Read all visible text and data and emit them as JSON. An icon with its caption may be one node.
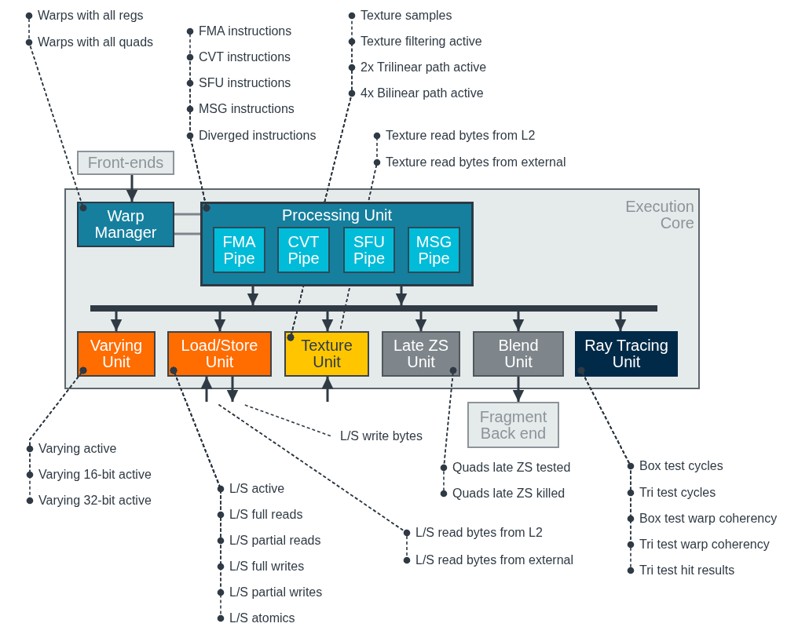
{
  "diagram": {
    "nodes": [
      {
        "text": [
          "Warps with all regs"
        ]
      },
      {
        "text": [
          "Warps with all quads"
        ]
      },
      {
        "text": [
          "FMA instructions"
        ]
      },
      {
        "text": [
          "CVT instructions"
        ]
      },
      {
        "text": [
          "SFU instructions"
        ]
      },
      {
        "text": [
          "MSG instructions"
        ]
      },
      {
        "text": [
          "Diverged instructions"
        ]
      },
      {
        "text": [
          "Texture samples"
        ]
      },
      {
        "text": [
          "Texture filtering active"
        ]
      },
      {
        "text": [
          "2x Trilinear path active"
        ]
      },
      {
        "text": [
          "4x Bilinear path active"
        ]
      },
      {
        "text": [
          "Texture read bytes from L2"
        ]
      },
      {
        "text": [
          "Texture read bytes from external"
        ]
      },
      {
        "text": [
          "Front-ends"
        ]
      },
      {
        "text": [
          "Execution Core"
        ]
      },
      {
        "text": [
          "Warp Manager"
        ],
        "in": 14
      },
      {
        "text": [
          "Processing Unit"
        ],
        "in": 14
      },
      {
        "text": [
          "FMA Pipe"
        ],
        "in": 16
      },
      {
        "text": [
          "CVT Pipe"
        ],
        "in": 16
      },
      {
        "text": [
          "SFU Pipe"
        ],
        "in": 16
      },
      {
        "text": [
          "MSG Pipe"
        ],
        "in": 16
      },
      {
        "text": [],
        "shape": "bar",
        "in": 14
      },
      {
        "text": [
          "Varying Unit"
        ],
        "in": 14
      },
      {
        "text": [
          "Load/Store Unit"
        ],
        "in": 14
      },
      {
        "text": [
          "Texture Unit"
        ],
        "in": 14
      },
      {
        "text": [
          "Late ZS Unit"
        ],
        "in": 14
      },
      {
        "text": [
          "Blend Unit"
        ],
        "in": 14
      },
      {
        "text": [
          "Ray Tracing Unit"
        ],
        "in": 14
      },
      {
        "text": [
          "Fragment Back end"
        ]
      },
      {
        "text": [
          "L/S write bytes"
        ]
      },
      {
        "text": [
          "Varying active"
        ]
      },
      {
        "text": [
          "Varying 16-bit active"
        ]
      },
      {
        "text": [
          "Varying 32-bit active"
        ]
      },
      {
        "text": [
          "L/S active"
        ]
      },
      {
        "text": [
          "L/S full reads"
        ]
      },
      {
        "text": [
          "L/S partial reads"
        ]
      },
      {
        "text": [
          "L/S full writes"
        ]
      },
      {
        "text": [
          "L/S partial writes"
        ]
      },
      {
        "text": [
          "L/S atomics"
        ]
      },
      {
        "text": [
          "L/S read bytes from L2"
        ]
      },
      {
        "text": [
          "L/S read bytes from external"
        ]
      },
      {
        "text": [
          "Quads late ZS tested"
        ]
      },
      {
        "text": [
          "Quads late ZS killed"
        ]
      },
      {
        "text": [
          "Box test cycles"
        ]
      },
      {
        "text": [
          "Tri test cycles"
        ]
      },
      {
        "text": [
          "Box test warp coherency"
        ]
      },
      {
        "text": [
          "Tri test warp coherency"
        ]
      },
      {
        "text": [
          "Tri test hit results"
        ]
      }
    ],
    "edges": [
      {
        "from": 0,
        "to": 15,
        "arrow": "other",
        "style": "dashed"
      },
      {
        "from": 1,
        "to": 15,
        "arrow": "other",
        "style": "dashed"
      },
      {
        "from": 2,
        "to": 16,
        "arrow": "other",
        "style": "dashed"
      },
      {
        "from": 3,
        "to": 16,
        "arrow": "other",
        "style": "dashed"
      },
      {
        "from": 4,
        "to": 16,
        "arrow": "other",
        "style": "dashed"
      },
      {
        "from": 5,
        "to": 16,
        "arrow": "other",
        "style": "dashed"
      },
      {
        "from": 6,
        "to": 16,
        "arrow": "other",
        "style": "dashed"
      },
      {
        "from": 7,
        "to": 24,
        "arrow": "other",
        "style": "dashed"
      },
      {
        "from": 8,
        "to": 24,
        "arrow": "other",
        "style": "dashed"
      },
      {
        "from": 9,
        "to": 24,
        "arrow": "other",
        "style": "dashed"
      },
      {
        "from": 10,
        "to": 24,
        "arrow": "other",
        "style": "dashed"
      },
      {
        "from": 11,
        "to": 24,
        "arrow": "other",
        "style": "dashed"
      },
      {
        "from": 12,
        "to": 24,
        "arrow": "other",
        "style": "dashed"
      },
      {
        "from": 13,
        "to": 15,
        "arrow": "to"
      },
      {
        "from": 15,
        "to": 16,
        "arrow": "none",
        "color": "#7e868c"
      },
      {
        "from": 15,
        "to": 16,
        "arrow": "none",
        "color": "#7e868c"
      },
      {
        "from": 16,
        "to": 21,
        "arrow": "to"
      },
      {
        "from": 16,
        "to": 21,
        "arrow": "to"
      },
      {
        "from": 21,
        "to": 22,
        "arrow": "to"
      },
      {
        "from": 21,
        "to": 23,
        "arrow": "to"
      },
      {
        "from": 21,
        "to": 24,
        "arrow": "to"
      },
      {
        "from": 21,
        "to": 25,
        "arrow": "to"
      },
      {
        "from": 21,
        "to": 26,
        "arrow": "to"
      },
      {
        "from": 21,
        "to": 27,
        "arrow": "to"
      },
      {
        "from": null,
        "to": 23,
        "arrow": "to"
      },
      {
        "from": 23,
        "to": null,
        "arrow": "to"
      },
      {
        "from": null,
        "to": 24,
        "arrow": "to"
      },
      {
        "from": 26,
        "to": 28,
        "arrow": "to"
      },
      {
        "from": 29,
        "to": null,
        "arrow": "none",
        "style": "dashed"
      },
      {
        "from": 30,
        "to": 22,
        "arrow": "other",
        "style": "dashed"
      },
      {
        "from": 31,
        "to": 22,
        "arrow": "other",
        "style": "dashed"
      },
      {
        "from": 32,
        "to": 22,
        "arrow": "other",
        "style": "dashed"
      },
      {
        "from": 33,
        "to": 23,
        "arrow": "other",
        "style": "dashed"
      },
      {
        "from": 34,
        "to": 23,
        "arrow": "other",
        "style": "dashed"
      },
      {
        "from": 35,
        "to": 23,
        "arrow": "other",
        "style": "dashed"
      },
      {
        "from": 36,
        "to": 23,
        "arrow": "other",
        "style": "dashed"
      },
      {
        "from": 37,
        "to": 23,
        "arrow": "other",
        "style": "dashed"
      },
      {
        "from": 38,
        "to": 23,
        "arrow": "other",
        "style": "dashed"
      },
      {
        "from": 39,
        "to": null,
        "arrow": "other",
        "style": "dashed"
      },
      {
        "from": 40,
        "to": null,
        "arrow": "other",
        "style": "dashed"
      },
      {
        "from": 41,
        "to": 25,
        "arrow": "other",
        "style": "dashed"
      },
      {
        "from": 42,
        "to": 25,
        "arrow": "other",
        "style": "dashed"
      },
      {
        "from": 43,
        "to": 27,
        "arrow": "other",
        "style": "dashed"
      },
      {
        "from": 44,
        "to": 27,
        "arrow": "other",
        "style": "dashed"
      },
      {
        "from": 45,
        "to": 27,
        "arrow": "other",
        "style": "dashed"
      },
      {
        "from": 46,
        "to": 27,
        "arrow": "other",
        "style": "dashed"
      },
      {
        "from": 47,
        "to": 27,
        "arrow": "other",
        "style": "dashed"
      }
    ]
  }
}
